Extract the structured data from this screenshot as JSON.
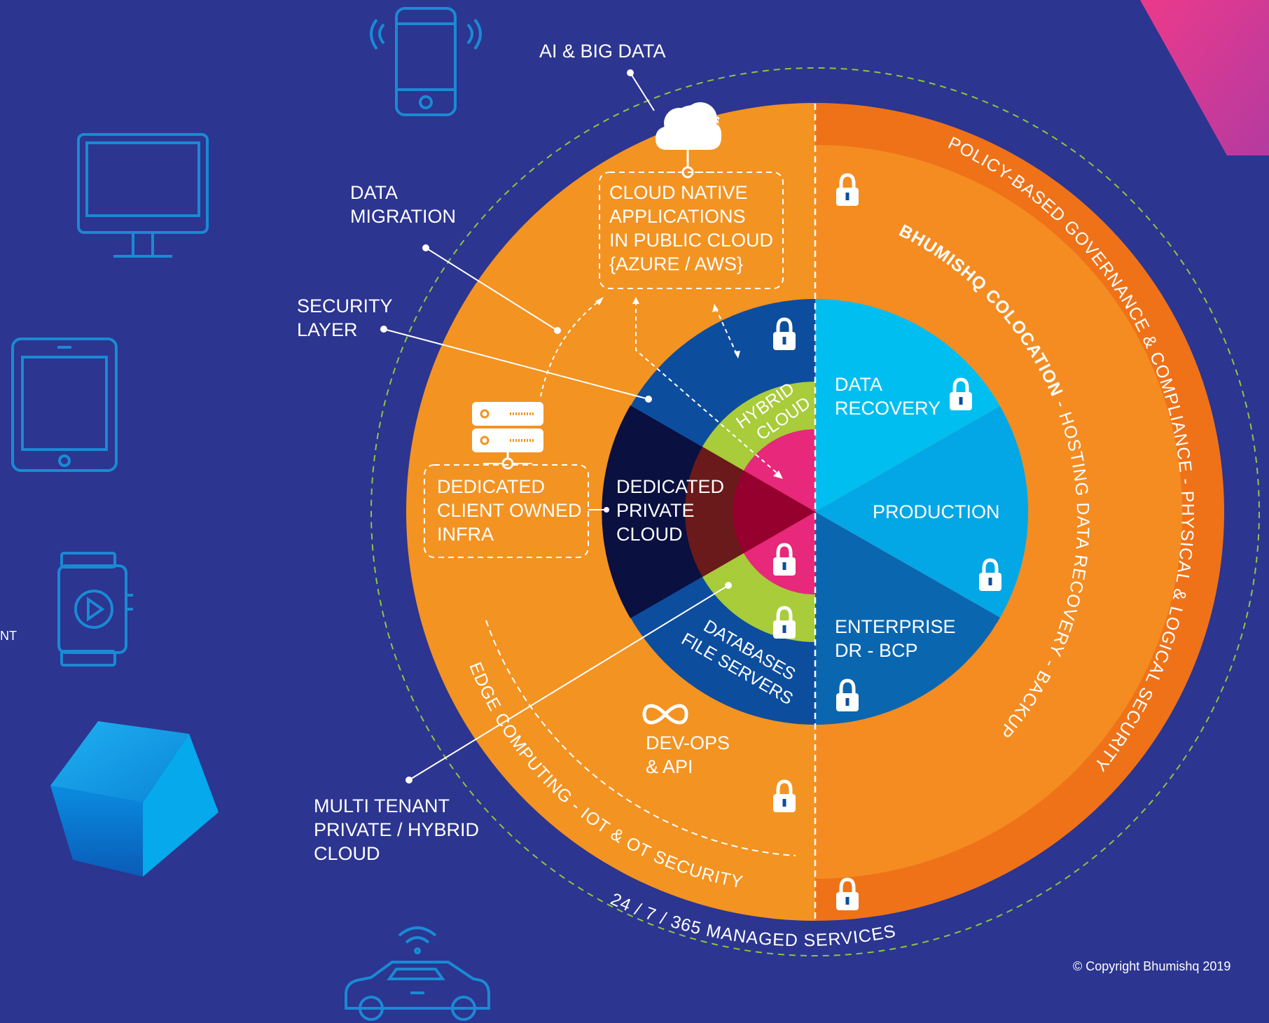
{
  "labels": {
    "ai_big_data": "AI & BIG DATA",
    "data_migration": [
      "DATA",
      "MIGRATION"
    ],
    "security_layer": [
      "SECURITY",
      "LAYER"
    ],
    "cloud_native": [
      "CLOUD NATIVE",
      "APPLICATIONS",
      "IN PUBLIC CLOUD",
      "{AZURE / AWS}"
    ],
    "dedicated_client": [
      "DEDICATED",
      "CLIENT OWNED",
      "INFRA"
    ],
    "dedicated_private": [
      "DEDICATED",
      "PRIVATE",
      "CLOUD"
    ],
    "hybrid_cloud": [
      "HYBRID",
      "CLOUD"
    ],
    "databases": [
      "DATABASES",
      "FILE SERVERS"
    ],
    "dev_ops": [
      "DEV-OPS",
      "& API"
    ],
    "multi_tenant": [
      "MULTI TENANT",
      "PRIVATE / HYBRID",
      "CLOUD"
    ],
    "data_recovery": [
      "DATA",
      "RECOVERY"
    ],
    "production": "PRODUCTION",
    "enterprise": [
      "ENTERPRISE",
      "DR - BCP"
    ],
    "left_cut_text": "NT",
    "copyright": "© Copyright Bhumishq 2019"
  },
  "arc_text": {
    "policy": "POLICY-BASED GOVERNANCE & COMPLIANCE - PHYSICAL & LOGICAL SECURITY",
    "colocation_bold": "BHUMISHQ COLOCATION",
    "colocation_rest": " - HOSTING DATA RECOVERY - BACKUP",
    "edge": "EDGE COMPUTING - IOT & OT SECURITY",
    "managed": "24 / 7 / 365 MANAGED SERVICES"
  },
  "colors": {
    "background": "#2c3590",
    "orange": "#f39322",
    "dark_orange": "#ef7218",
    "navy_ring": "#0d4d9e",
    "dark_navy": "#0a1040",
    "lime": "#a8cc3a",
    "magenta": "#e8287a",
    "sky_light": "#00bef0",
    "sky_mid": "#04a7e5",
    "enterprise_blue": "#0b66b0",
    "pink_corner": "#ea3b8a"
  },
  "icons": [
    "smartphone-icon",
    "monitor-icon",
    "tablet-icon",
    "smartwatch-icon",
    "cube-icon",
    "car-icon",
    "cloud-icon",
    "server-icon",
    "infinity-icon",
    "lock-icon"
  ]
}
